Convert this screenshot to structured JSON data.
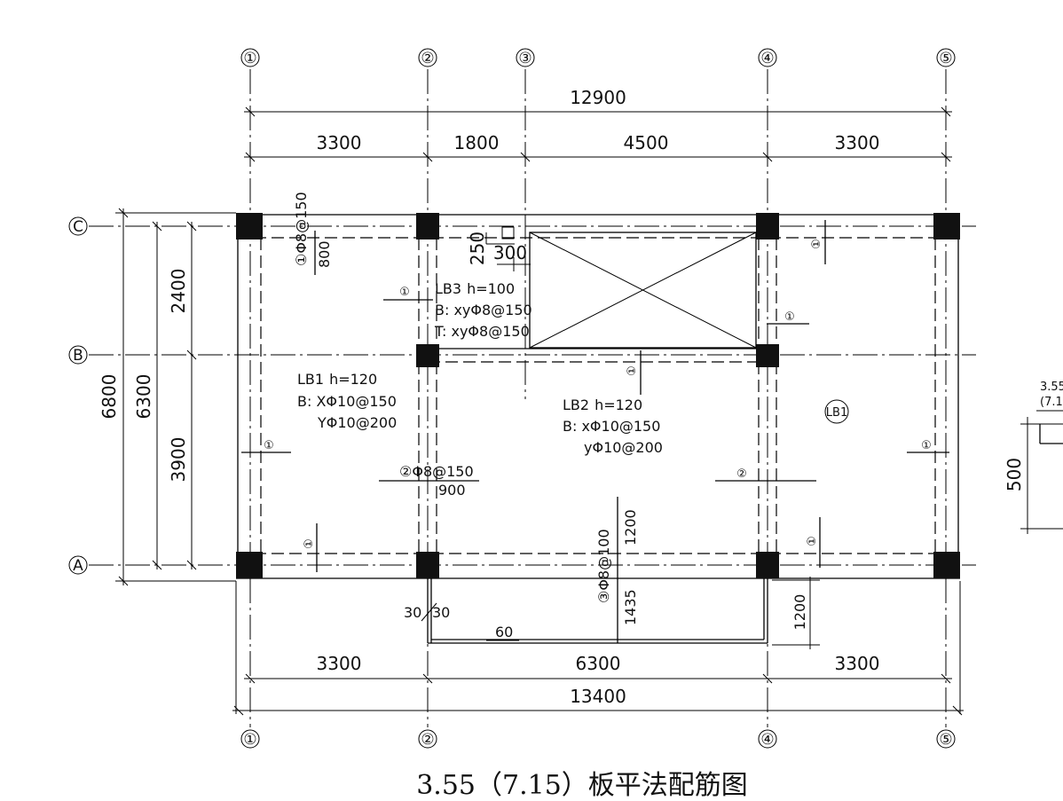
{
  "title": "3.55（7.15）板平法配筋图",
  "axes_x": [
    "①",
    "②",
    "③",
    "④",
    "⑤"
  ],
  "axes_y": [
    "©",
    "Ⓑ",
    "Ⓐ"
  ],
  "axis_y_labels": [
    "C",
    "B",
    "A"
  ],
  "dims_top": {
    "total": "12900",
    "seg1": "3300",
    "seg2": "1800",
    "seg3": "4500",
    "seg4": "3300"
  },
  "dims_bottom": {
    "total": "13400",
    "seg1": "3300",
    "seg2": "6300",
    "seg3": "3300"
  },
  "dims_left": {
    "total": "6800",
    "inner": "6300",
    "upper": "2400",
    "lower": "3900"
  },
  "opening": {
    "d250": "250",
    "d300": "300"
  },
  "slabs": {
    "lb1": {
      "name": "LB1",
      "h": "h=120",
      "b": "B: XΦ10@150",
      "y": "YΦ10@200",
      "tag": "LB1"
    },
    "lb2": {
      "name": "LB2",
      "h": "h=120",
      "b": "B: xΦ10@150",
      "y": "yΦ10@200"
    },
    "lb3": {
      "name": "LB3",
      "h": "h=100",
      "b": "B: xyΦ8@150",
      "t": "T: xyΦ8@150"
    }
  },
  "bars": {
    "bar1": "①Φ8@150",
    "bar1_len": "800",
    "bar2": "②Φ8@150",
    "bar2_len": "900",
    "bar3": "③Φ8@100",
    "bar3_len": "1200",
    "bar3_len2": "1435",
    "marker1": "①",
    "marker2": "②",
    "d1200": "1200",
    "d30": "30",
    "d30b": "30",
    "d60": "60"
  },
  "detail": {
    "elev": "3.55",
    "elev2": "(7.1",
    "d500": "500"
  }
}
